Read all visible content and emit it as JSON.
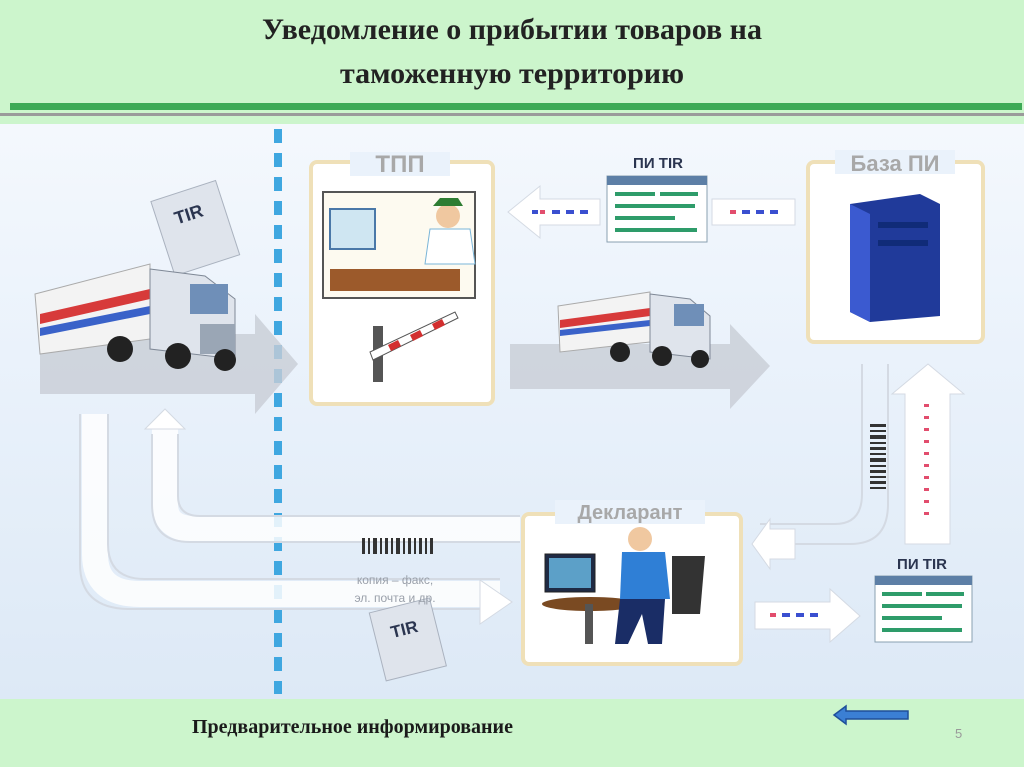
{
  "slide": {
    "title_line1": "Уведомление о прибытии товаров на",
    "title_line2": "таможенную территорию",
    "footer_text": "Предварительное информирование",
    "page_number": "5"
  },
  "diagram": {
    "tpp_label": "ТПП",
    "base_label": "База ПИ",
    "declarant_label": "Декларант",
    "pi_tir_top": "ПИ TIR",
    "pi_tir_bottom": "ПИ TIR",
    "tir_doc_top": "TIR",
    "tir_doc_bottom": "TIR",
    "copy_line1": "копия – факс,",
    "copy_line2": "эл. почта и др."
  },
  "colors": {
    "title_bar": "#3caa55",
    "background": "#ccf5cc",
    "divider_dashes": "#3fa7e0",
    "back_arrow": "#3b7fd4"
  }
}
